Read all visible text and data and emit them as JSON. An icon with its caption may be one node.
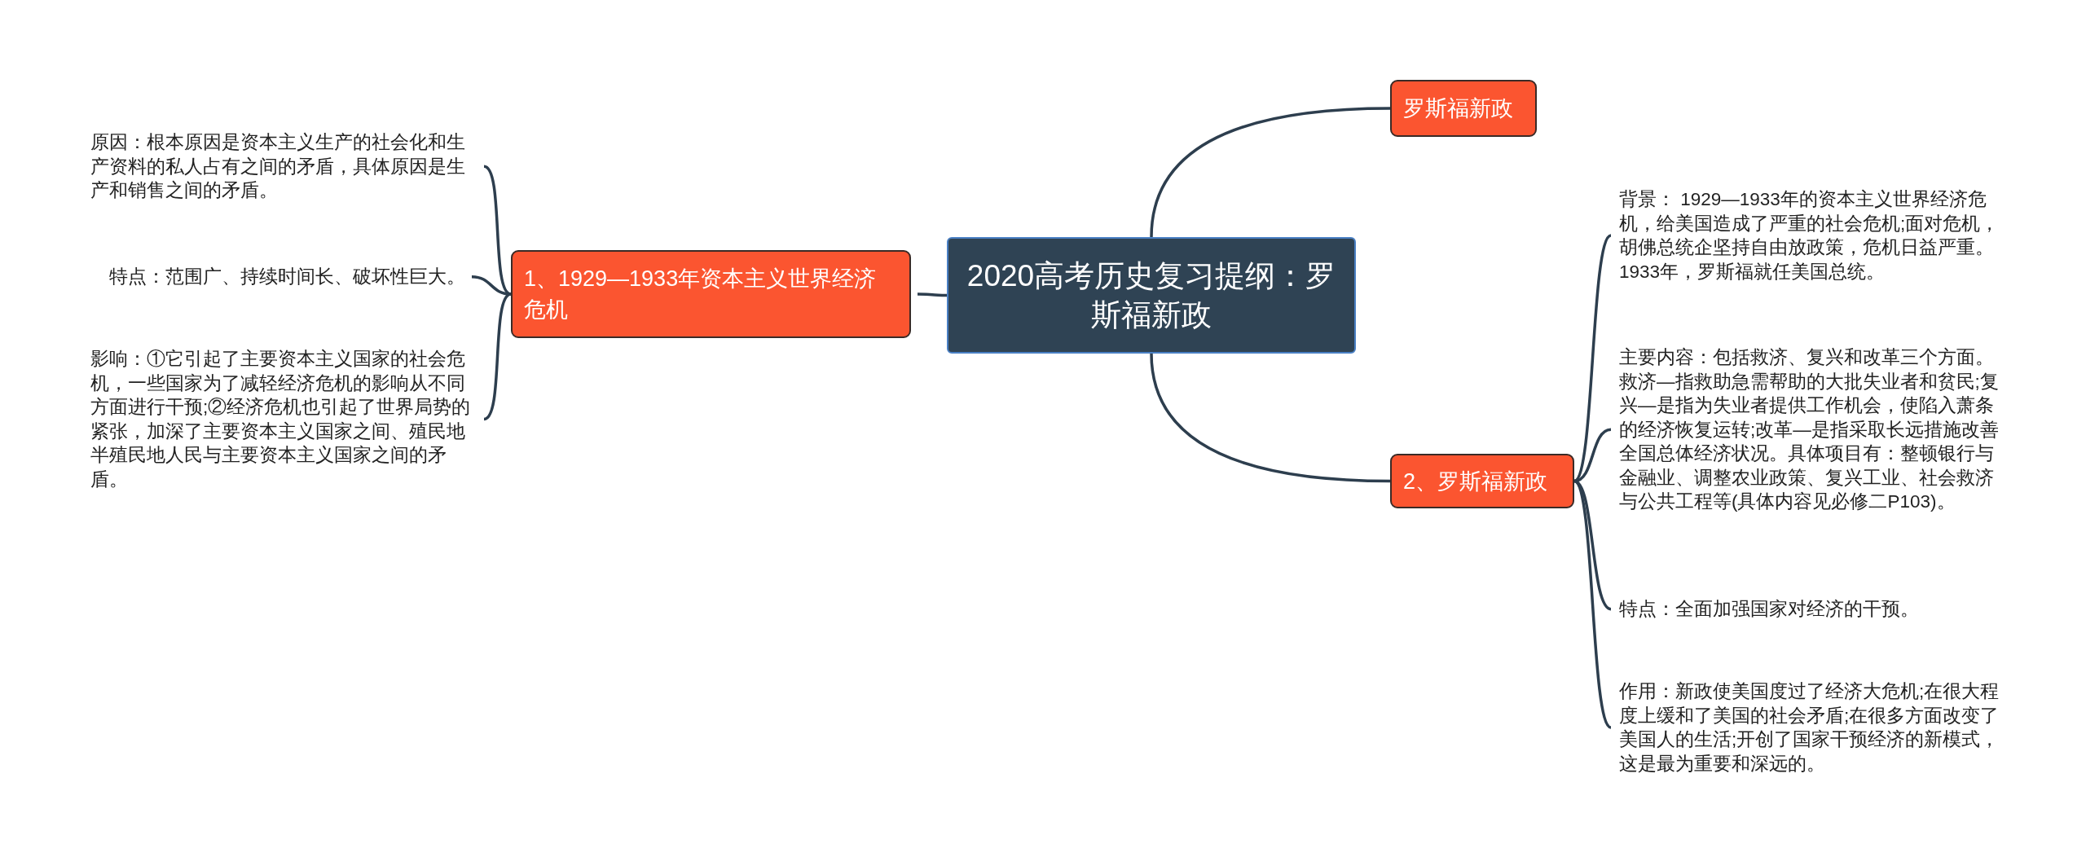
{
  "diagram": {
    "nodes": [
      {
        "text": [
          "2020高考历史复习提纲：罗斯福新政"
        ]
      },
      {
        "text": [
          "罗斯福新政"
        ]
      },
      {
        "text": [
          "1、1929—1933年资本主义世界经济危机"
        ]
      },
      {
        "text": [
          "原因：根本原因是资本主义生产的社会化和生产资料的私人占有之间的矛盾，具体原因是生产和销售之间的矛盾。"
        ]
      },
      {
        "text": [
          "特点：范围广、持续时间长、破坏性巨大。"
        ]
      },
      {
        "text": [
          "影响：①它引起了主要资本主义国家的社会危机，一些国家为了减轻经济危机的影响从不同方面进行干预;②经济危机也引起了世界局势的紧张，加深了主要资本主义国家之间、殖民地半殖民地人民与主要资本主义国家之间的矛盾。"
        ]
      },
      {
        "text": [
          "2、罗斯福新政"
        ]
      },
      {
        "text": [
          "背景： 1929—1933年的资本主义世界经济危机，给美国造成了严重的社会危机;面对危机，胡佛总统企坚持自由放政策，危机日益严重。1933年，罗斯福就任美国总统。"
        ]
      },
      {
        "text": [
          "主要内容：包括救济、复兴和改革三个方面。救济—指救助急需帮助的大批失业者和贫民;复兴—是指为失业者提供工作机会，使陷入萧条的经济恢复运转;改革—是指采取长远措施改善全国总体经济状况。具体项目有：整顿银行与金融业、调整农业政策、复兴工业、社会救济与公共工程等(具体内容见必修二P103)。"
        ]
      },
      {
        "text": [
          "特点：全面加强国家对经济的干预。"
        ]
      },
      {
        "text": [
          "作用：新政使美国度过了经济大危机;在很大程度上缓和了美国的社会矛盾;在很多方面改变了美国人的生活;开创了国家干预经济的新模式，这是最为重要和深远的。"
        ]
      }
    ],
    "edges": [
      {
        "from": 0,
        "to": 1,
        "arrow": "none"
      },
      {
        "from": 0,
        "to": 2,
        "arrow": "none"
      },
      {
        "from": 2,
        "to": 3,
        "arrow": "none"
      },
      {
        "from": 2,
        "to": 4,
        "arrow": "none"
      },
      {
        "from": 2,
        "to": 5,
        "arrow": "none"
      },
      {
        "from": 0,
        "to": 6,
        "arrow": "none"
      },
      {
        "from": 6,
        "to": 7,
        "arrow": "none"
      },
      {
        "from": 6,
        "to": 8,
        "arrow": "none"
      },
      {
        "from": 6,
        "to": 9,
        "arrow": "none"
      },
      {
        "from": 6,
        "to": 10,
        "arrow": "none"
      }
    ]
  }
}
